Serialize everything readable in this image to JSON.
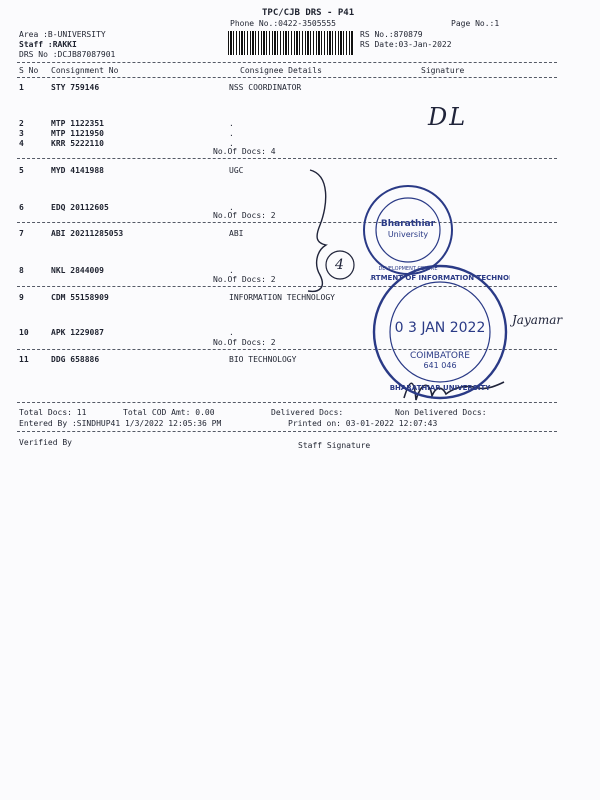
{
  "header": {
    "title": "TPC/CJB  DRS - P41",
    "phone": "Phone No.:0422-3505555",
    "page_no": "Page No.:1",
    "area": "Area :B-UNIVERSITY",
    "staff": "Staff :RAKKI",
    "drs_no": "DRS No :DCJB87087901",
    "rs_no": "RS No.:870879",
    "rs_date": "RS Date:03-Jan-2022"
  },
  "columns": {
    "sno": "S No",
    "consignment": "Consignment No",
    "consignee": "Consignee Details",
    "signature": "Signature"
  },
  "rows": [
    {
      "sno": "1",
      "consignment": "STY 759146",
      "consignee": "NSS COORDINATOR"
    },
    {
      "sno": "2",
      "consignment": "MTP 1122351",
      "consignee": "."
    },
    {
      "sno": "3",
      "consignment": "MTP 1121950",
      "consignee": "."
    },
    {
      "sno": "4",
      "consignment": "KRR 5222110",
      "consignee": "."
    },
    {
      "sno": "5",
      "consignment": "MYD 4141988",
      "consignee": "UGC"
    },
    {
      "sno": "6",
      "consignment": "EDQ 20112605",
      "consignee": "."
    },
    {
      "sno": "7",
      "consignment": "ABI 20211285053",
      "consignee": "ABI"
    },
    {
      "sno": "8",
      "consignment": "NKL 2844009",
      "consignee": "."
    },
    {
      "sno": "9",
      "consignment": "CDM 55158909",
      "consignee": "INFORMATION  TECHNOLOGY"
    },
    {
      "sno": "10",
      "consignment": "APK 1229087",
      "consignee": "."
    },
    {
      "sno": "11",
      "consignment": "DDG 658886",
      "consignee": "BIO TECHNOLOGY"
    }
  ],
  "group_notes": [
    "No.Of Docs: 4",
    "No.Of Docs: 2",
    "No.Of Docs: 2",
    "No.Of Docs: 2"
  ],
  "footer": {
    "total_docs": "Total Docs:  11",
    "total_cod": "Total COD Amt:      0.00",
    "delivered": "Delivered Docs:",
    "non_delivered": "Non Delivered Docs:",
    "entered_by": "Entered By :SINDHUP41 1/3/2022 12:05:36 PM",
    "printed_on": "Printed on: 03-01-2022 12:07:43",
    "verified_by": "Verified By",
    "staff_signature": "Staff Signature"
  },
  "handwriting": {
    "dl_mark": "DL",
    "count_mark": "4",
    "name": "Jayamar"
  },
  "stamps": {
    "stamp1_lines": [
      "Bharathiar",
      "University",
      "DEVELOPMENT CENTRE"
    ],
    "stamp2_top": "DEPARTMENT OF INFORMATION TECHNOLOGY",
    "stamp2_date": "0 3  JAN 2022",
    "stamp2_city": "COIMBATORE",
    "stamp2_pin": "641 046",
    "stamp2_bottom": "BHARATHIAR UNIVERSITY"
  },
  "colors": {
    "ink": "#1f2330",
    "stamp_ink": "#2a3a86",
    "paper": "#fbfbfd"
  }
}
